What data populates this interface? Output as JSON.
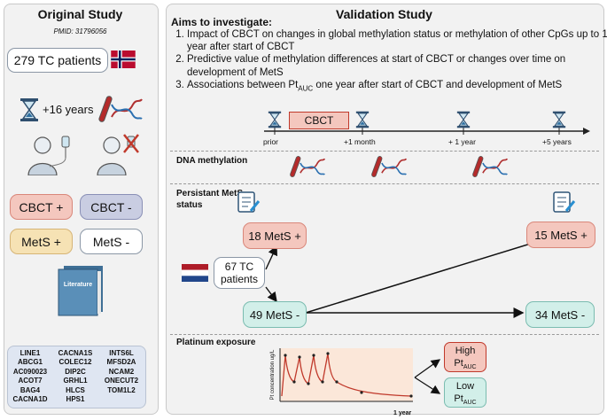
{
  "original": {
    "title": "Original Study",
    "pmid": "PMID: 31796056",
    "patients": "279 TC patients",
    "followup": "+16 years",
    "cbct_pos": "CBCT +",
    "cbct_neg": "CBCT -",
    "mets_pos": "MetS +",
    "mets_neg": "MetS -",
    "literature": "Literature",
    "genes": [
      [
        "LINE1",
        "ABCG1",
        "AC090023",
        "ACOT7",
        "BAG4",
        "CACNA1D"
      ],
      [
        "CACNA1S",
        "COLEC12",
        "DIP2C",
        "GRHL1",
        "HLCS",
        "HPS1"
      ],
      [
        "INTS6L",
        "MFSD2A",
        "NCAM2",
        "ONECUT2",
        "TOM1L2"
      ]
    ]
  },
  "validation": {
    "title": "Validation Study",
    "aims_heading": "Aims to investigate:",
    "aims": [
      "Impact of CBCT on changes in global methylation status or methylation of other CpGs up to 1 year after start of CBCT",
      "Predictive value of methylation differences at start of CBCT or changes over time on development of MetS",
      "Associations between Pt"
    ],
    "aim3_sub": "AUC",
    "aim3_tail": " one year after start of CBCT and development of MetS",
    "timeline": {
      "cbct": "CBCT",
      "prior": "prior",
      "m1": "+1 month",
      "y1": "+ 1 year",
      "y5": "+5 years"
    },
    "dna_label": "DNA methylation",
    "mets_status_label": "Persistant MetS status",
    "n67": "67 TC patients",
    "n18": "18 MetS +",
    "n49": "49  MetS -",
    "n15": "15 MetS +",
    "n34": "34 MetS -",
    "platinum_label": "Platinum exposure",
    "pt_ylabel": "Pt concentration ug/L",
    "pt_xlabel": "1 year",
    "high": "High",
    "low": "Low",
    "pt": "Pt",
    "auc": "AUC"
  },
  "colors": {
    "pink": "#f4c7be",
    "lavender": "#c9cde2",
    "yellow": "#f6e2b4",
    "mint": "#d2efe9",
    "curve": "#c0392b",
    "accent": "#1b3a57"
  }
}
